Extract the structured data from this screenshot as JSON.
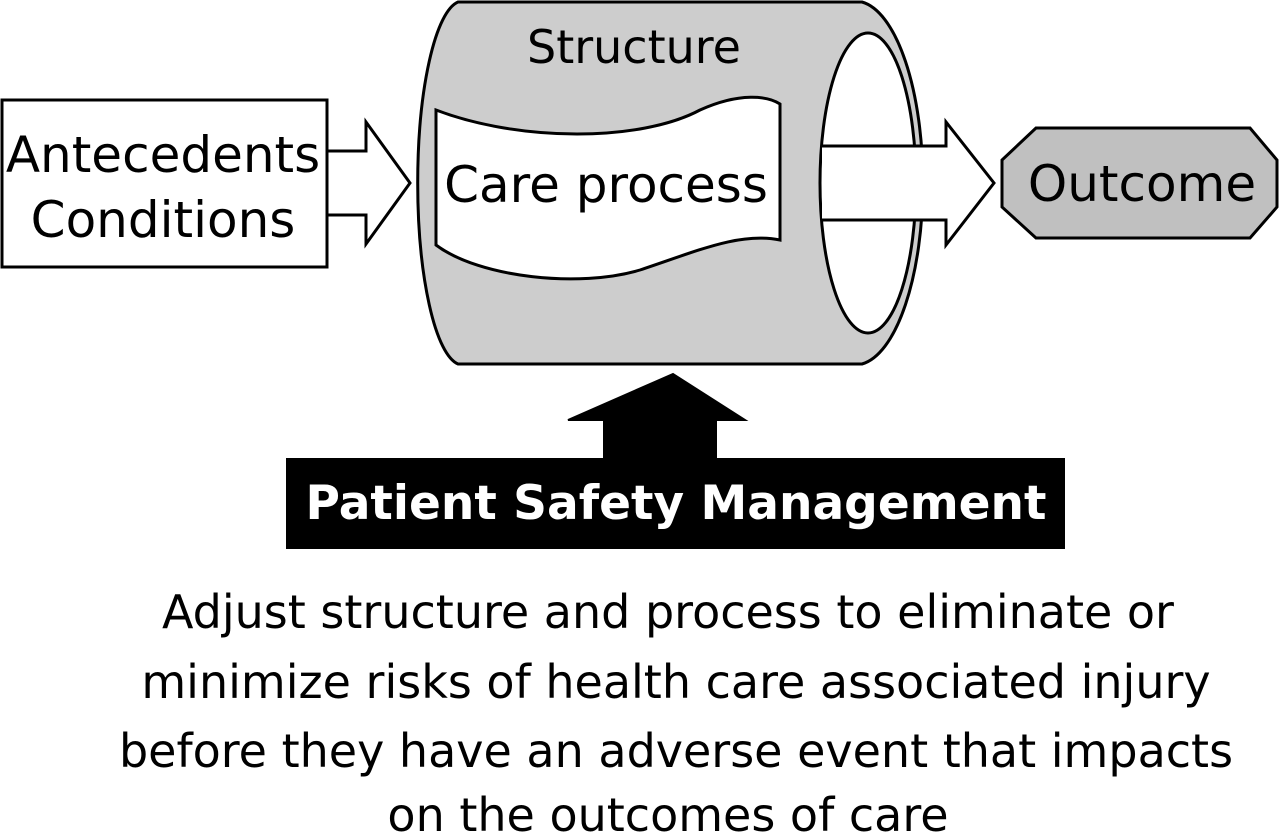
{
  "diagram": {
    "antecedents": {
      "line1": "Antecedents",
      "line2": "Conditions"
    },
    "structure_label": "Structure",
    "care_process_label": "Care process",
    "outcome_label": "Outcome",
    "management_label": "Patient Safety Management",
    "description": {
      "line1": "Adjust structure and process to eliminate or",
      "line2": "minimize risks of health care associated injury",
      "line3": "before they have an adverse event that impacts",
      "line4": "on the outcomes of care"
    },
    "colors": {
      "cylinder_fill": "#cdcdcd",
      "outcome_fill": "#c0c0c0",
      "outline": "#000000",
      "management_fill": "#000000",
      "management_text": "#ffffff"
    }
  }
}
